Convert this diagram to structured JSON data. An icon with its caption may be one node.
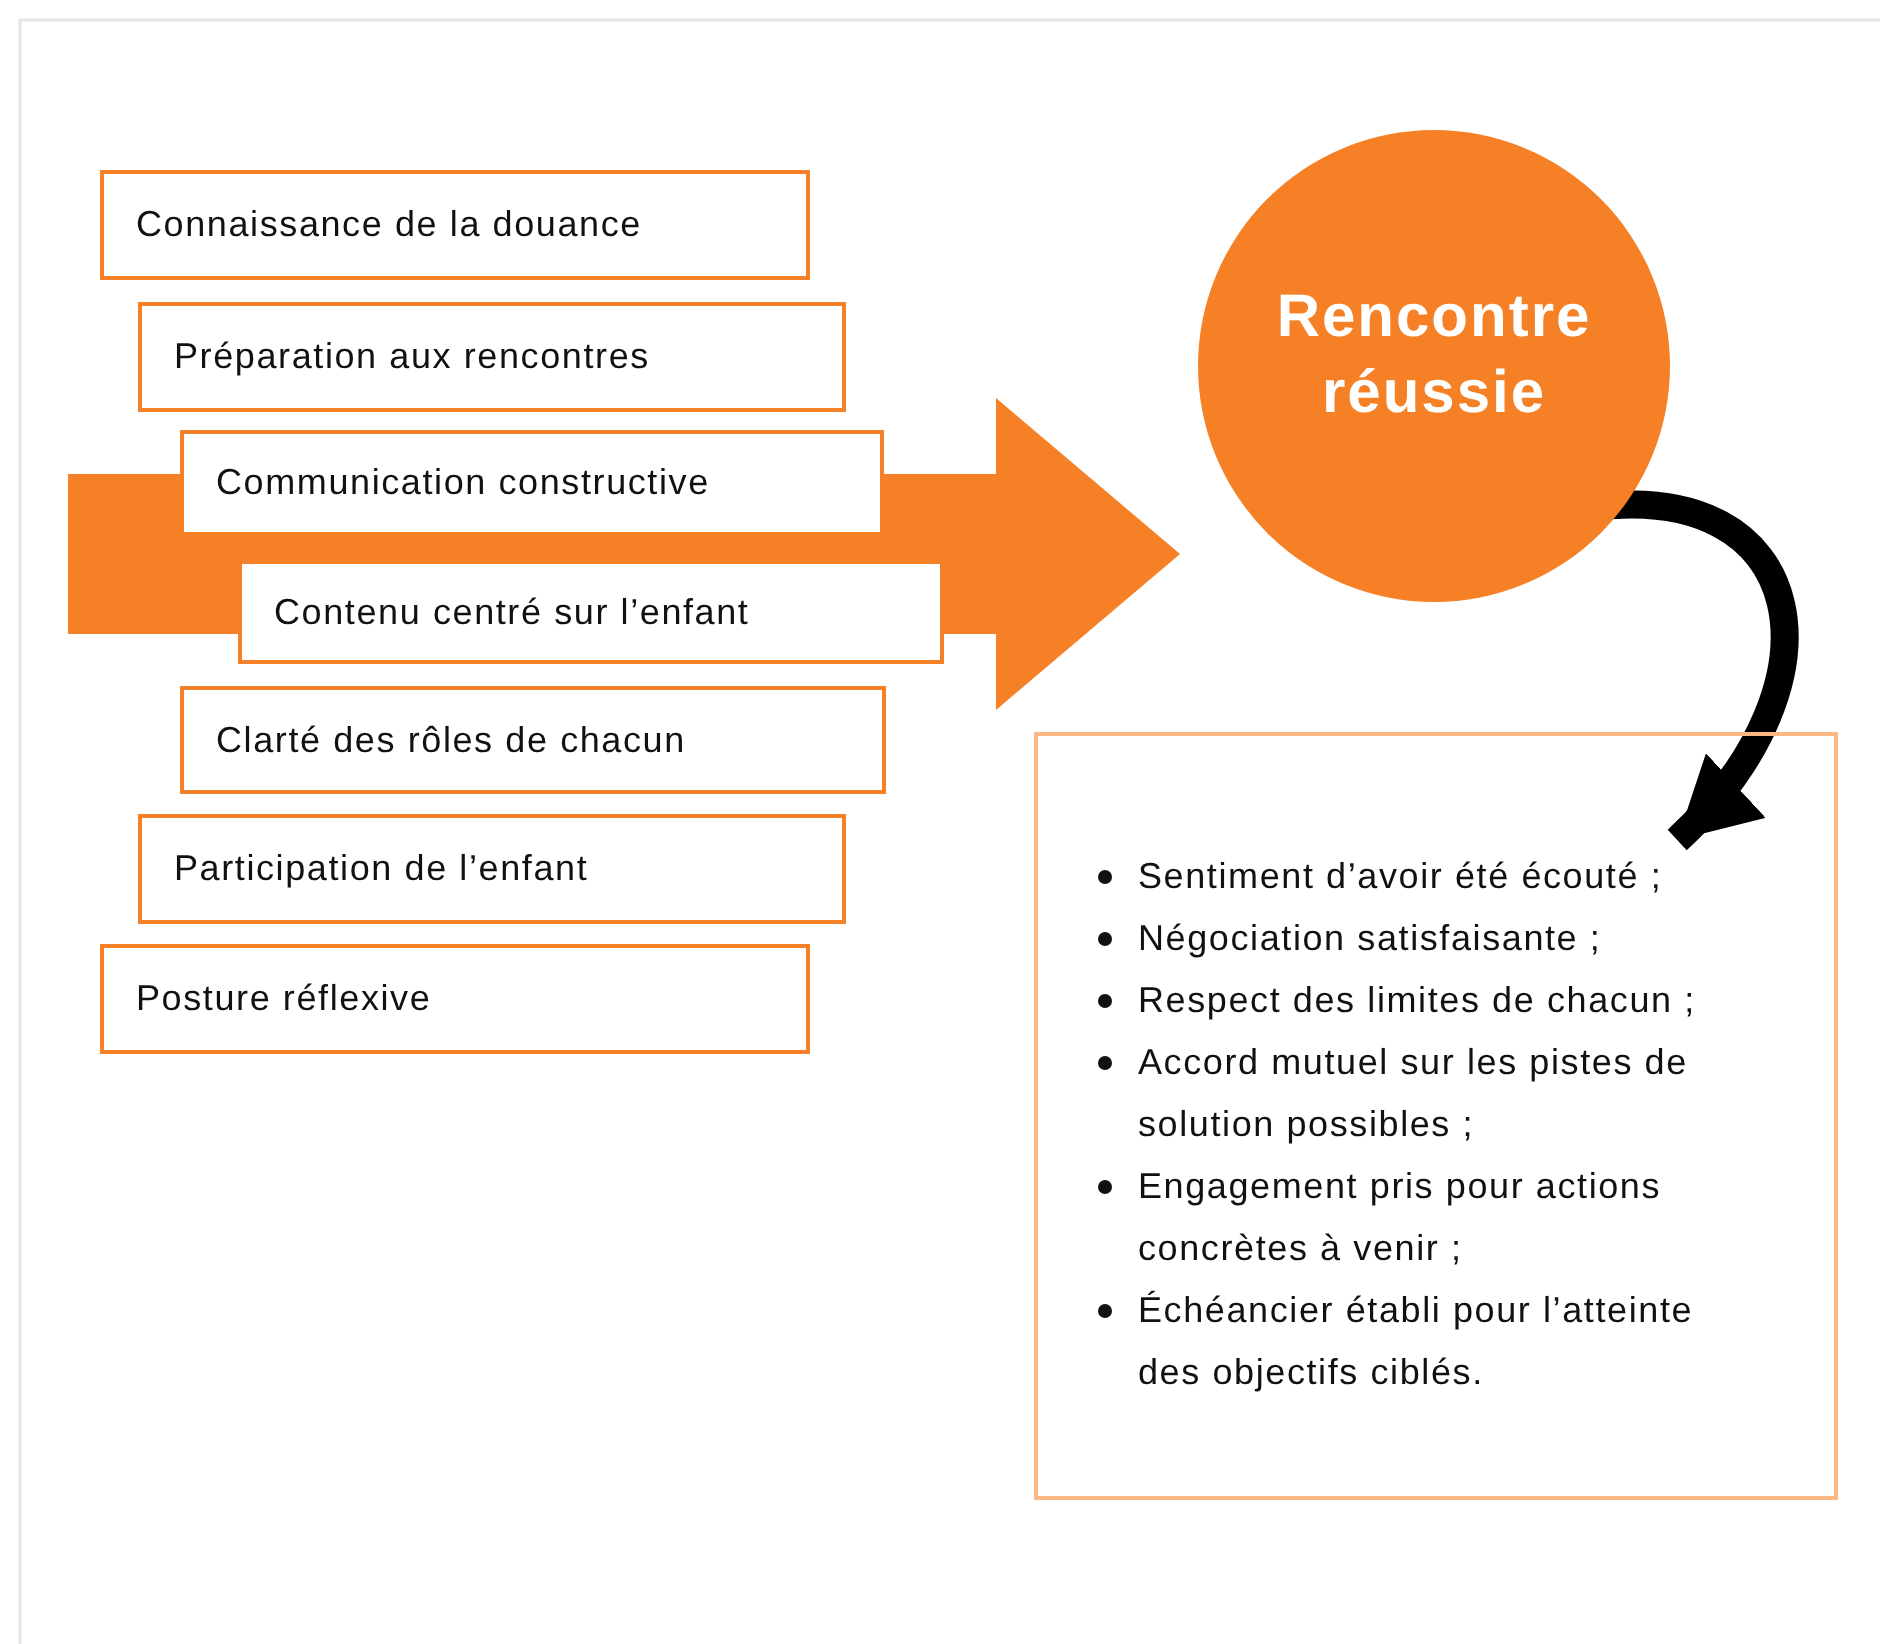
{
  "diagram": {
    "nodes": [
      {
        "text": [
          "Connaissance de la douance"
        ]
      },
      {
        "text": [
          "Préparation aux rencontres"
        ]
      },
      {
        "text": [
          "Communication constructive"
        ]
      },
      {
        "text": [
          "Contenu centré sur l’enfant"
        ]
      },
      {
        "text": [
          "Clarté des rôles de chacun"
        ]
      },
      {
        "text": [
          "Participation de l’enfant"
        ]
      },
      {
        "text": [
          "Posture réflexive"
        ]
      },
      {
        "text": [
          "Rencontre réussie"
        ]
      },
      {
        "text": [
          "Sentiment d’avoir été écouté ;",
          "Négociation satisfaisante ;",
          "Respect des limites de chacun ;",
          "Accord mutuel sur les pistes de solution possibles ;",
          "Engagement pris pour actions concrètes à venir ;",
          "Échéancier établi pour l’atteinte des objectifs ciblés."
        ]
      }
    ],
    "edges": [
      {
        "from": null,
        "to": 7,
        "arrow": "to",
        "style": "thick",
        "color": "#f58025"
      },
      {
        "from": 7,
        "to": 8,
        "arrow": "to",
        "color": "#000000"
      }
    ]
  }
}
